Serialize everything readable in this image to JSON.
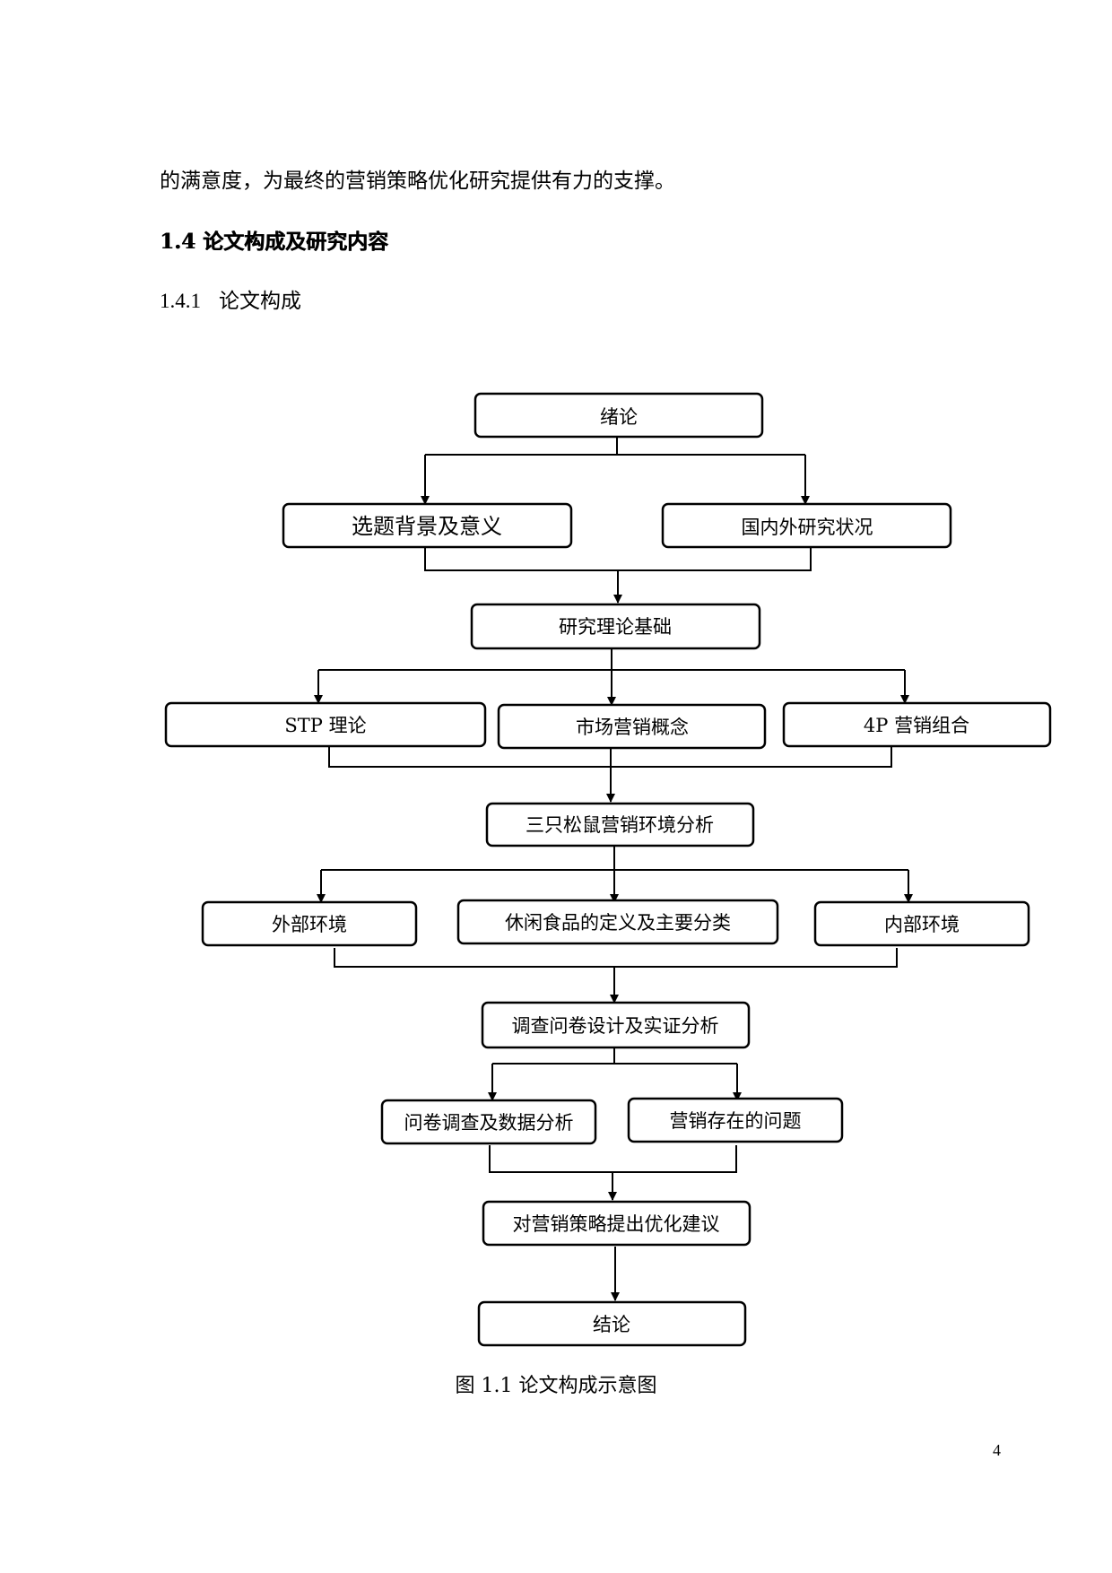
{
  "document": {
    "paragraph_tail": "的满意度，为最终的营销策略优化研究提供有力的支撑。",
    "section_heading": "1.4 论文构成及研究内容",
    "subsection_number": "1.4.1",
    "subsection_title": "论文构成",
    "figure_caption": "图 1.1  论文构成示意图",
    "page_number": "4"
  },
  "flowchart": {
    "intro": "绪论",
    "background": "选题背景及意义",
    "research_status": "国内外研究状况",
    "theory_basis": "研究理论基础",
    "stp": "STP 理论",
    "marketing_concept": "市场营销概念",
    "four_p": "4P 营销组合",
    "environment_analysis": "三只松鼠营销环境分析",
    "external_env": "外部环境",
    "snack_definition": "休闲食品的定义及主要分类",
    "internal_env": "内部环境",
    "survey_design": "调查问卷设计及实证分析",
    "survey_data": "问卷调查及数据分析",
    "marketing_problems": "营销存在的问题",
    "optimization": "对营销策略提出优化建议",
    "conclusion": "结论"
  }
}
